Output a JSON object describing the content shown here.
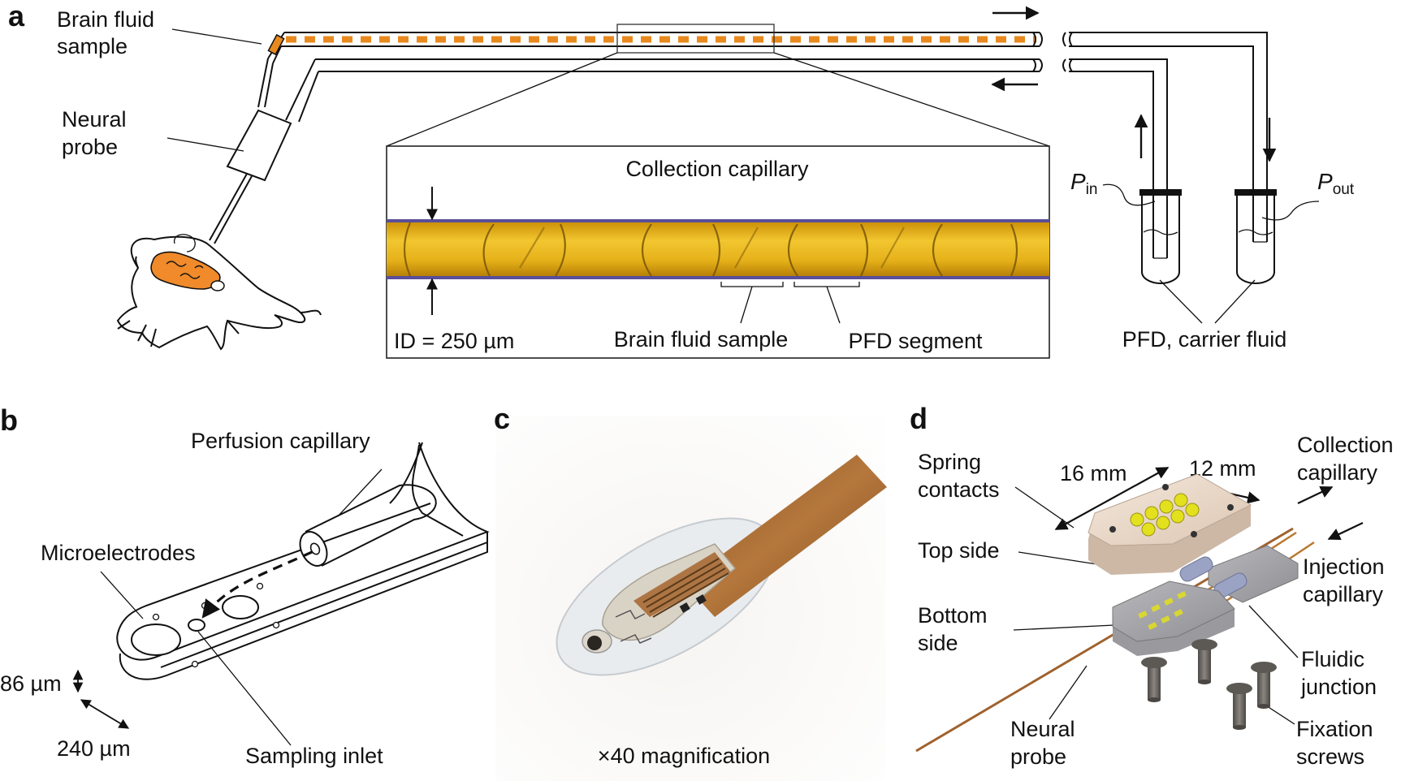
{
  "panels": {
    "a": {
      "letter": "a",
      "brain_fluid_sample": [
        "Brain fluid",
        "sample"
      ],
      "neural_probe": [
        "Neural",
        "probe"
      ],
      "collection_capillary": "Collection capillary",
      "id_label": "ID = 250 µm",
      "inset_brain_fluid": "Brain fluid sample",
      "inset_pfd": "PFD segment",
      "p_in": {
        "main": "P",
        "sub": "in"
      },
      "p_out": {
        "main": "P",
        "sub": "out"
      },
      "carrier_fluid": "PFD, carrier fluid"
    },
    "b": {
      "letter": "b",
      "perfusion_capillary": "Perfusion capillary",
      "microelectrodes": "Microelectrodes",
      "thickness": "86 µm",
      "width": "240 µm",
      "sampling_inlet": "Sampling inlet"
    },
    "c": {
      "letter": "c",
      "magnification": "×40 magnification"
    },
    "d": {
      "letter": "d",
      "spring_contacts": [
        "Spring",
        "contacts"
      ],
      "dim_16": "16 mm",
      "dim_12": "12 mm",
      "collection_capillary": [
        "Collection",
        "capillary"
      ],
      "top_side": "Top side",
      "injection_capillary": [
        "Injection",
        "capillary"
      ],
      "bottom_side": [
        "Bottom",
        "side"
      ],
      "fluidic_junction": [
        "Fluidic",
        "junction"
      ],
      "neural_probe": [
        "Neural",
        "probe"
      ],
      "fixation_screws": [
        "Fixation",
        "screws"
      ]
    }
  },
  "colors": {
    "sample_orange": "#E8891E",
    "inset_yellow": "#E2B214",
    "inset_border": "#5A4E9A",
    "brain_orange": "#F08A2A",
    "probe_brown": "#A0622E",
    "block_beige": "#EDDCCC",
    "contact_yellow": "#E3E01E",
    "screw_gray": "#6E6A66"
  }
}
